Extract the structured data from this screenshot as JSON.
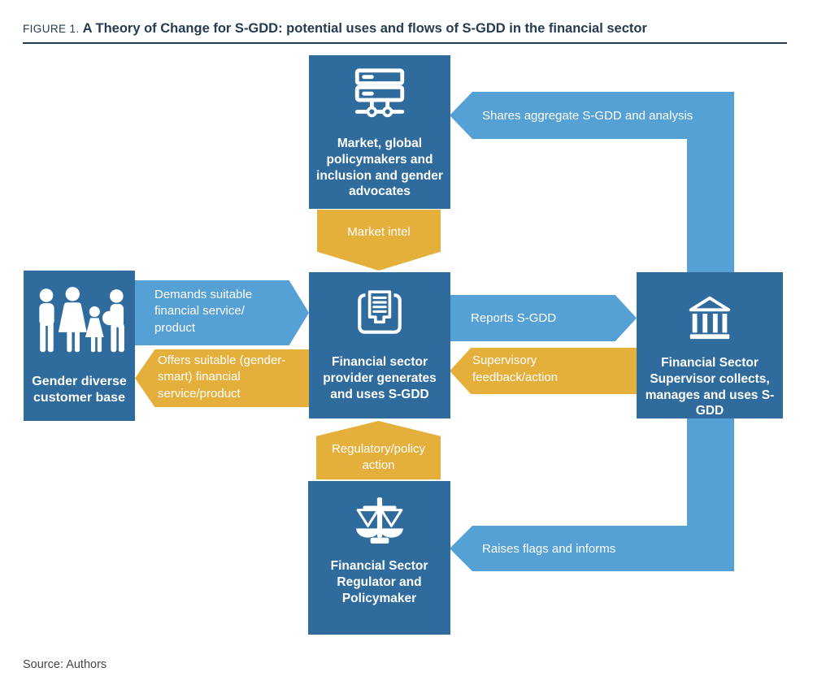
{
  "header": {
    "figure_label": "FIGURE 1.",
    "title": "A Theory of Change for S-GDD: potential uses and flows of S-GDD in the financial sector"
  },
  "footer": {
    "source": "Source: Authors"
  },
  "colors": {
    "node_blue": "#2F6B9D",
    "flow_blue": "#55A0D4",
    "flow_yellow": "#E5AF3C",
    "heading_navy": "#253C52",
    "text_white": "#FFFFFF"
  },
  "nodes": {
    "market_advocates": {
      "label": "Market, global policymakers and inclusion and gender advocates",
      "icon": "server-network-icon"
    },
    "customer_base": {
      "label": "Gender diverse customer base",
      "icon": "family-icon"
    },
    "provider": {
      "label": "Financial sector provider generates and uses S-GDD",
      "icon": "news-feed-icon"
    },
    "supervisor": {
      "label": "Financial Sector Supervisor collects, manages and uses S-GDD",
      "icon": "bank-icon"
    },
    "regulator": {
      "label": "Financial Sector Regulator and Policymaker",
      "icon": "scales-icon"
    }
  },
  "flows": {
    "shares_aggregate": {
      "label": "Shares aggregate S-GDD and analysis",
      "from": "supervisor",
      "to": "market_advocates",
      "color": "#55A0D4"
    },
    "market_intel": {
      "label": "Market intel",
      "from": "market_advocates",
      "to": "provider",
      "color": "#E5AF3C"
    },
    "demands": {
      "label": "Demands suitable financial service/ product",
      "from": "customer_base",
      "to": "provider",
      "color": "#55A0D4"
    },
    "offers": {
      "label": "Offers suitable (gender-smart) financial service/product",
      "from": "provider",
      "to": "customer_base",
      "color": "#E5AF3C"
    },
    "reports": {
      "label": "Reports S-GDD",
      "from": "provider",
      "to": "supervisor",
      "color": "#55A0D4"
    },
    "supervisory_feedback": {
      "label": "Supervisory feedback/action",
      "from": "supervisor",
      "to": "provider",
      "color": "#E5AF3C"
    },
    "regulatory_action": {
      "label": "Regulatory/policy action",
      "from": "regulator",
      "to": "provider",
      "color": "#E5AF3C"
    },
    "raises_flags": {
      "label": "Raises flags and informs",
      "from": "supervisor",
      "to": "regulator",
      "color": "#55A0D4"
    }
  }
}
